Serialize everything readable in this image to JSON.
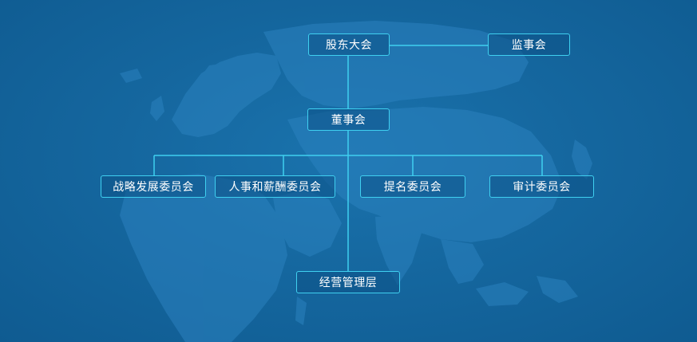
{
  "colors": {
    "background": "#15679f",
    "connector": "#3fd0f0",
    "node_border": "#3fd0f0",
    "node_text": "#ffffff",
    "map_land": "#2b82bf"
  },
  "background_decoration": "world-map",
  "org_chart": {
    "shareholders_meeting": "股东大会",
    "supervisory_board": "监事会",
    "board_of_directors": "董事会",
    "committees": [
      "战略发展委员会",
      "人事和薪酬委员会",
      "提名委员会",
      "审计委员会"
    ],
    "management": "经营管理层"
  }
}
